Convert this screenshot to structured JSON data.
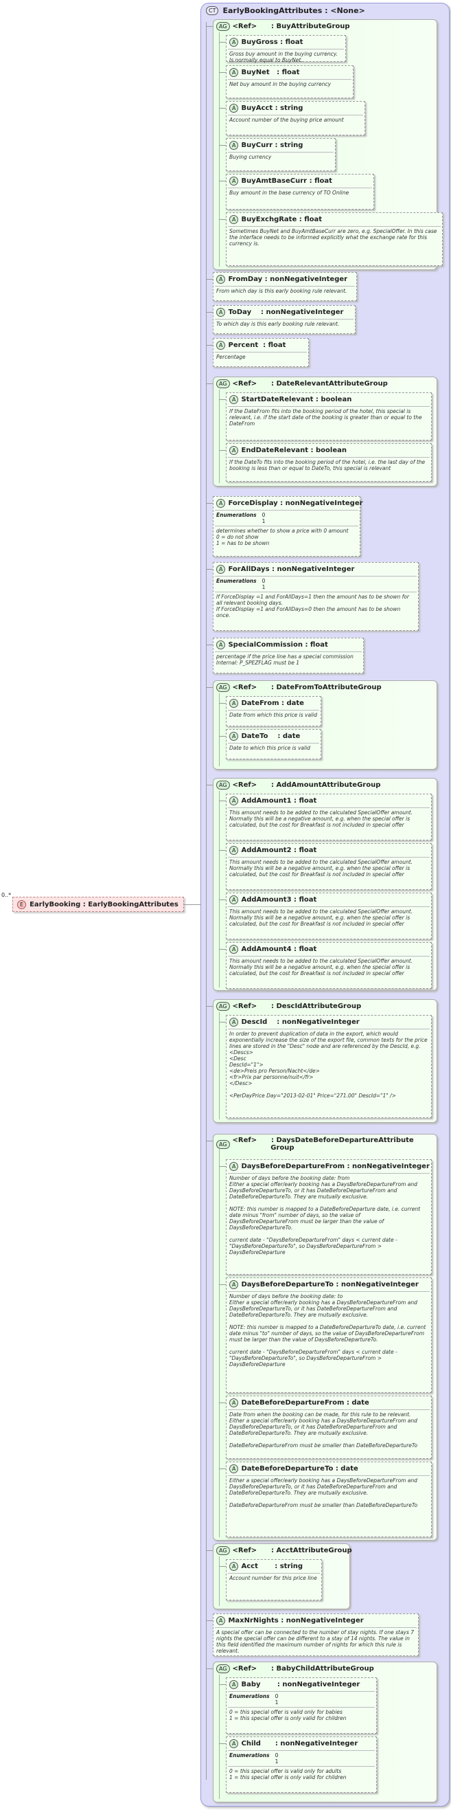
{
  "complex_type": {
    "badge": "CT",
    "title": "EarlyBookingAttributes : <None>"
  },
  "root": {
    "multiplicity": "0..*",
    "badge": "E",
    "label": "EarlyBooking : EarlyBookingAttributes"
  },
  "items": [
    {
      "kind": "group",
      "badge": "AG",
      "title": "<Ref>      : BuyAttributeGroup",
      "children": [
        {
          "badge": "A",
          "title": "BuyGross : float",
          "doc": "Gross buy amount in the buying currency. Is normally equal to BuyNet."
        },
        {
          "badge": "A",
          "title": "BuyNet   : float",
          "doc": "Net buy amount in the buying currency"
        },
        {
          "badge": "A",
          "title": "BuyAcct : string",
          "doc": "Account number of the buying price amount"
        },
        {
          "badge": "A",
          "title": "BuyCurr : string",
          "doc": "Buying currency"
        },
        {
          "badge": "A",
          "title": "BuyAmtBaseCurr : float",
          "doc": "Buy amount in the base currency of TO Online"
        },
        {
          "badge": "A",
          "title": "BuyExchgRate : float",
          "doc": "Sometimes BuyNet and BuyAmtBaseCurr are zero, e.g. SpecialOffer. In this case the interface needs to be informed explicitly what the exchange rate for this currency is."
        }
      ]
    },
    {
      "kind": "attr",
      "badge": "A",
      "title": "FromDay : nonNegativeInteger",
      "doc": "From which day is this early booking rule relevant."
    },
    {
      "kind": "attr",
      "badge": "A",
      "title": "ToDay    : nonNegativeInteger",
      "doc": "To which day is this early booking rule relevant."
    },
    {
      "kind": "attr",
      "badge": "A",
      "title": "Percent  : float",
      "doc": "Percentage"
    },
    {
      "kind": "group",
      "badge": "AG",
      "title": "<Ref>      : DateRelevantAttributeGroup",
      "children": [
        {
          "badge": "A",
          "title": "StartDateRelevant : boolean",
          "doc": "If the DateFrom fits into the booking period of the hotel, this special is relevant, i.e. if the start date of the booking is greater than or equal to the DateFrom"
        },
        {
          "badge": "A",
          "title": "EndDateRelevant : boolean",
          "doc": "If the DateTo fits into the booking period of the hotel, i.e. the last day of the booking is less than or equal to DateTo, this special is relevant"
        }
      ]
    },
    {
      "kind": "attr",
      "badge": "A",
      "title": "ForceDisplay : nonNegativeInteger",
      "enum_label": "Enumerations",
      "enums": [
        "0",
        "1"
      ],
      "doc": "determines whether to show a price with 0 amount\n0 = do not show\n1 = has to be shown"
    },
    {
      "kind": "attr",
      "badge": "A",
      "title": "ForAllDays : nonNegativeInteger",
      "enum_label": "Enumerations",
      "enums": [
        "0",
        "1"
      ],
      "doc": "If ForceDisplay =1 and ForAllDays=1 then the amount has to be shown for all relevant booking days.\nIf ForceDisplay =1 and ForAllDays=0 then the amount has to be shown once."
    },
    {
      "kind": "attr",
      "badge": "A",
      "title": "SpecialCommission : float",
      "doc": "percentage if the price line has a special commission\nInternal: P_SPEZFLAG must be 1"
    },
    {
      "kind": "group",
      "badge": "AG",
      "title": "<Ref>      : DateFromToAttributeGroup",
      "children": [
        {
          "badge": "A",
          "title": "DateFrom : date",
          "doc": "Date from which this price is valid"
        },
        {
          "badge": "A",
          "title": "DateTo    : date",
          "doc": "Date to which this price is valid"
        }
      ]
    },
    {
      "kind": "group",
      "badge": "AG",
      "title": "<Ref>      : AddAmountAttributeGroup",
      "children": [
        {
          "badge": "A",
          "title": "AddAmount1 : float",
          "doc": "This amount needs to be added to the calculated SpecialOffer amount. Normally this will be a negative amount, e.g. when the special offer is calculated, but the cost for Breakfast is not included in special offer"
        },
        {
          "badge": "A",
          "title": "AddAmount2 : float",
          "doc": "This amount needs to be added to the calculated SpecialOffer amount. Normally this will be a negative amount, e.g. when the special offer is calculated, but the cost for Breakfast is not included in special offer"
        },
        {
          "badge": "A",
          "title": "AddAmount3 : float",
          "doc": "This amount needs to be added to the calculated SpecialOffer amount. Normally this will be a negative amount, e.g. when the special offer is calculated, but the cost for Breakfast is not included in special offer"
        },
        {
          "badge": "A",
          "title": "AddAmount4 : float",
          "doc": "This amount needs to be added to the calculated SpecialOffer amount. Normally this will be a negative amount, e.g. when the special offer is calculated, but the cost for Breakfast is not included in special offer"
        }
      ]
    },
    {
      "kind": "group",
      "badge": "AG",
      "title": "<Ref>      : DescIdAttributeGroup",
      "children": [
        {
          "badge": "A",
          "title": "DescId    : nonNegativeInteger",
          "doc": "In order to prevent duplication of data in the export, which would exponentially increase the size of the export file, common texts for the price lines are stored in the \"Desc\" node and are referenced by the DescId, e.g.\n<Descs>\n<Desc\nDescId=\"1\">\n<de>Preis pro Person/Nacht</de>\n<fr>Prix par personne/nuit</fr>\n</Desc>\n\n<PerDayPrice Day=\"2013-02-01\" Price=\"271.00\" DescId=\"1\" />"
        }
      ]
    },
    {
      "kind": "group",
      "badge": "AG",
      "title": "<Ref>      : DaysDateBeforeDepartureAttribute\n                Group",
      "children": [
        {
          "badge": "A",
          "title": "DaysBeforeDepartureFrom : nonNegativeInteger",
          "doc": "Number of days before the booking date: from\nEither a special offer/early booking has a DaysBeforeDepartureFrom and DaysBeforeDepartureTo, or it has DateBeforeDepartureFrom and DateBeforeDepartureTo. They are mutually exclusive.\n\nNOTE: this number is mapped to a DateBeforeDeparture date, i.e. current date minus \"from\" number of days, so the value of DaysBeforeDepartureFrom must be larger than the value of DaysBeforeDepartureTo.\n\ncurrent date - \"DaysBeforeDepartureFrom\" days < current date - \"DaysBeforeDepartureTo\", so DaysBeforeDepartureFrom > DaysBeforeDeparture"
        },
        {
          "badge": "A",
          "title": "DaysBeforeDepartureTo : nonNegativeInteger",
          "doc": "Number of days before the booking date: to\nEither a special offer/early booking has a DaysBeforeDepartureFrom and DaysBeforeDepartureTo, or it has DateBeforeDepartureFrom and DateBeforeDepartureTo. They are mutually exclusive.\n\nNOTE: this number is mapped to a DateBeforeDepartureTo date, i.e. current date minus \"to\" number of days, so the value of DaysBeforeDepartureFrom must be larger than the value of DaysBeforeDepartureTo.\n\ncurrent date - \"DaysBeforeDepartureFrom\" days < current date - \"DaysBeforeDepartureTo\", so DaysBeforeDepartureFrom > DaysBeforeDeparture"
        },
        {
          "badge": "A",
          "title": "DateBeforeDepartureFrom : date",
          "doc": "Date from when the booking can be made, for this rule to be relevant.\nEither a special offer/early booking has a DaysBeforeDepartureFrom and DaysBeforeDepartureTo, or it has DateBeforeDepartureFrom and DateBeforeDepartureTo. They are mutually exclusive.\n\nDateBeforeDepartureFrom must be smaller than DateBeforeDepartureTo"
        },
        {
          "badge": "A",
          "title": "DateBeforeDepartureTo : date",
          "doc": "Either a special offer/early booking has a DaysBeforeDepartureFrom and DaysBeforeDepartureTo, or it has DateBeforeDepartureFrom and DateBeforeDepartureTo. They are mutually exclusive.\n\nDateBeforeDepartureFrom must be smaller than DateBeforeDepartureTo"
        }
      ]
    },
    {
      "kind": "group",
      "badge": "AG",
      "title": "<Ref>      : AcctAttributeGroup",
      "children": [
        {
          "badge": "A",
          "title": "Acct       : string",
          "doc": "Account number for this price line"
        }
      ]
    },
    {
      "kind": "attr",
      "badge": "A",
      "title": "MaxNrNights : nonNegativeInteger",
      "doc": "A special offer can be connected to the number of stay nights. If one stays 7 nights the special offer can be different to a stay of 14 nights. The value in this field identified the maximum number of nights for which this rule is relevant."
    },
    {
      "kind": "group",
      "badge": "AG",
      "title": "<Ref>      : BabyChildAttributeGroup",
      "children": [
        {
          "badge": "A",
          "title": "Baby       : nonNegativeInteger",
          "enum_label": "Enumerations",
          "enums": [
            "0",
            "1"
          ],
          "doc": "0 = this special offer is valid only for babies\n1 = this special offer is only valid for children"
        },
        {
          "badge": "A",
          "title": "Child      : nonNegativeInteger",
          "enum_label": "Enumerations",
          "enums": [
            "0",
            "1"
          ],
          "doc": "0 = this special offer is valid only for adults\n1 = this special offer is only valid for children"
        }
      ]
    }
  ]
}
